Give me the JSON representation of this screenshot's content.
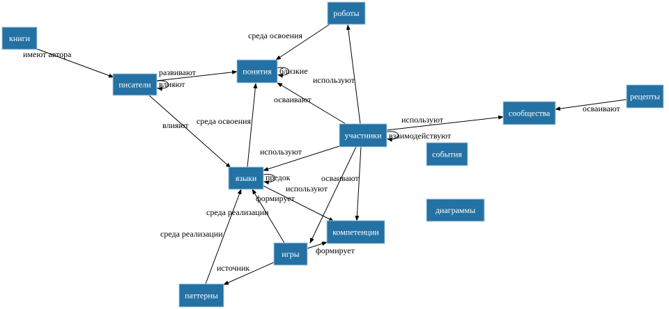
{
  "diagram": {
    "type": "directed-graph",
    "node_color": "#2471a3",
    "nodes": [
      {
        "id": "books",
        "label": "книги"
      },
      {
        "id": "writers",
        "label": "писатели"
      },
      {
        "id": "concepts",
        "label": "понятия"
      },
      {
        "id": "robots",
        "label": "роботы"
      },
      {
        "id": "recipes",
        "label": "рецепты"
      },
      {
        "id": "communities",
        "label": "сообщества"
      },
      {
        "id": "participants",
        "label": "участники"
      },
      {
        "id": "events",
        "label": "события"
      },
      {
        "id": "languages",
        "label": "языки"
      },
      {
        "id": "competencies",
        "label": "компетенции"
      },
      {
        "id": "games",
        "label": "игры"
      },
      {
        "id": "diagrams",
        "label": "диаграммы"
      },
      {
        "id": "patterns",
        "label": "паттерны"
      }
    ],
    "edges": [
      {
        "from": "books",
        "to": "writers",
        "label": "имеют автора"
      },
      {
        "from": "writers",
        "to": "concepts",
        "label": "развивают"
      },
      {
        "from": "writers",
        "to": "writers",
        "label": "влияют"
      },
      {
        "from": "writers",
        "to": "languages",
        "label": "влияют"
      },
      {
        "from": "robots",
        "to": "concepts",
        "label": "среда освоения"
      },
      {
        "from": "concepts",
        "to": "concepts",
        "label": "близкие"
      },
      {
        "from": "participants",
        "to": "robots",
        "label": "используют"
      },
      {
        "from": "participants",
        "to": "concepts",
        "label": "осваивают"
      },
      {
        "from": "languages",
        "to": "concepts",
        "label": "среда освоения"
      },
      {
        "from": "participants",
        "to": "communities",
        "label": "используют"
      },
      {
        "from": "participants",
        "to": "participants",
        "label": "взаимодействуют"
      },
      {
        "from": "recipes",
        "to": "communities",
        "label": "осваивают"
      },
      {
        "from": "participants",
        "to": "languages",
        "label": "используют"
      },
      {
        "from": "participants",
        "to": "games",
        "label": "осваивают"
      },
      {
        "from": "participants",
        "to": "competencies",
        "label": "используют"
      },
      {
        "from": "languages",
        "to": "languages",
        "label": "предок"
      },
      {
        "from": "languages",
        "to": "competencies",
        "label": "формирует"
      },
      {
        "from": "games",
        "to": "languages",
        "label": "среда реализации"
      },
      {
        "from": "patterns",
        "to": "languages",
        "label": "среда реализации"
      },
      {
        "from": "games",
        "to": "competencies",
        "label": "формирует"
      },
      {
        "from": "games",
        "to": "patterns",
        "label": "источник"
      }
    ]
  }
}
